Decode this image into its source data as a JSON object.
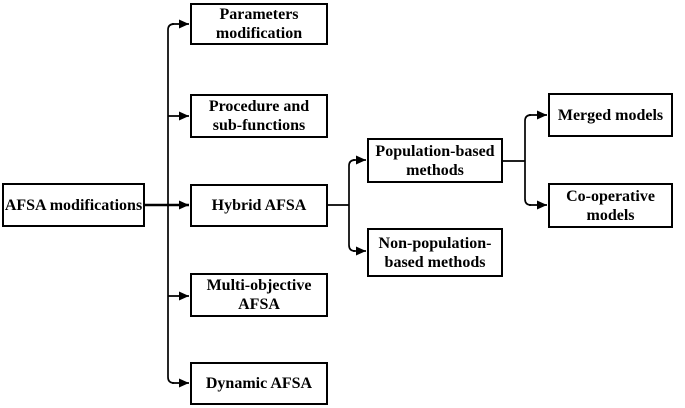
{
  "diagram": {
    "nodes": {
      "root": {
        "lines": [
          "AFSA modifications"
        ]
      },
      "parameters": {
        "lines": [
          "Parameters",
          "modification"
        ]
      },
      "procedure": {
        "lines": [
          "Procedure and",
          "sub-functions"
        ]
      },
      "hybrid": {
        "lines": [
          "Hybrid AFSA"
        ]
      },
      "multi_objective": {
        "lines": [
          "Multi-objective",
          "AFSA"
        ]
      },
      "dynamic": {
        "lines": [
          "Dynamic AFSA"
        ]
      },
      "population": {
        "lines": [
          "Population-based",
          "methods"
        ]
      },
      "non_population": {
        "lines": [
          "Non-population-",
          "based methods"
        ]
      },
      "merged": {
        "lines": [
          "Merged models"
        ]
      },
      "cooperative": {
        "lines": [
          "Co-operative",
          "models"
        ]
      }
    },
    "edges": [
      [
        "root",
        "parameters"
      ],
      [
        "root",
        "procedure"
      ],
      [
        "root",
        "hybrid"
      ],
      [
        "root",
        "multi_objective"
      ],
      [
        "root",
        "dynamic"
      ],
      [
        "hybrid",
        "population"
      ],
      [
        "hybrid",
        "non_population"
      ],
      [
        "population",
        "merged"
      ],
      [
        "population",
        "cooperative"
      ]
    ],
    "colors": {
      "line": "#000000",
      "text": "#000000",
      "background": "#ffffff"
    }
  }
}
